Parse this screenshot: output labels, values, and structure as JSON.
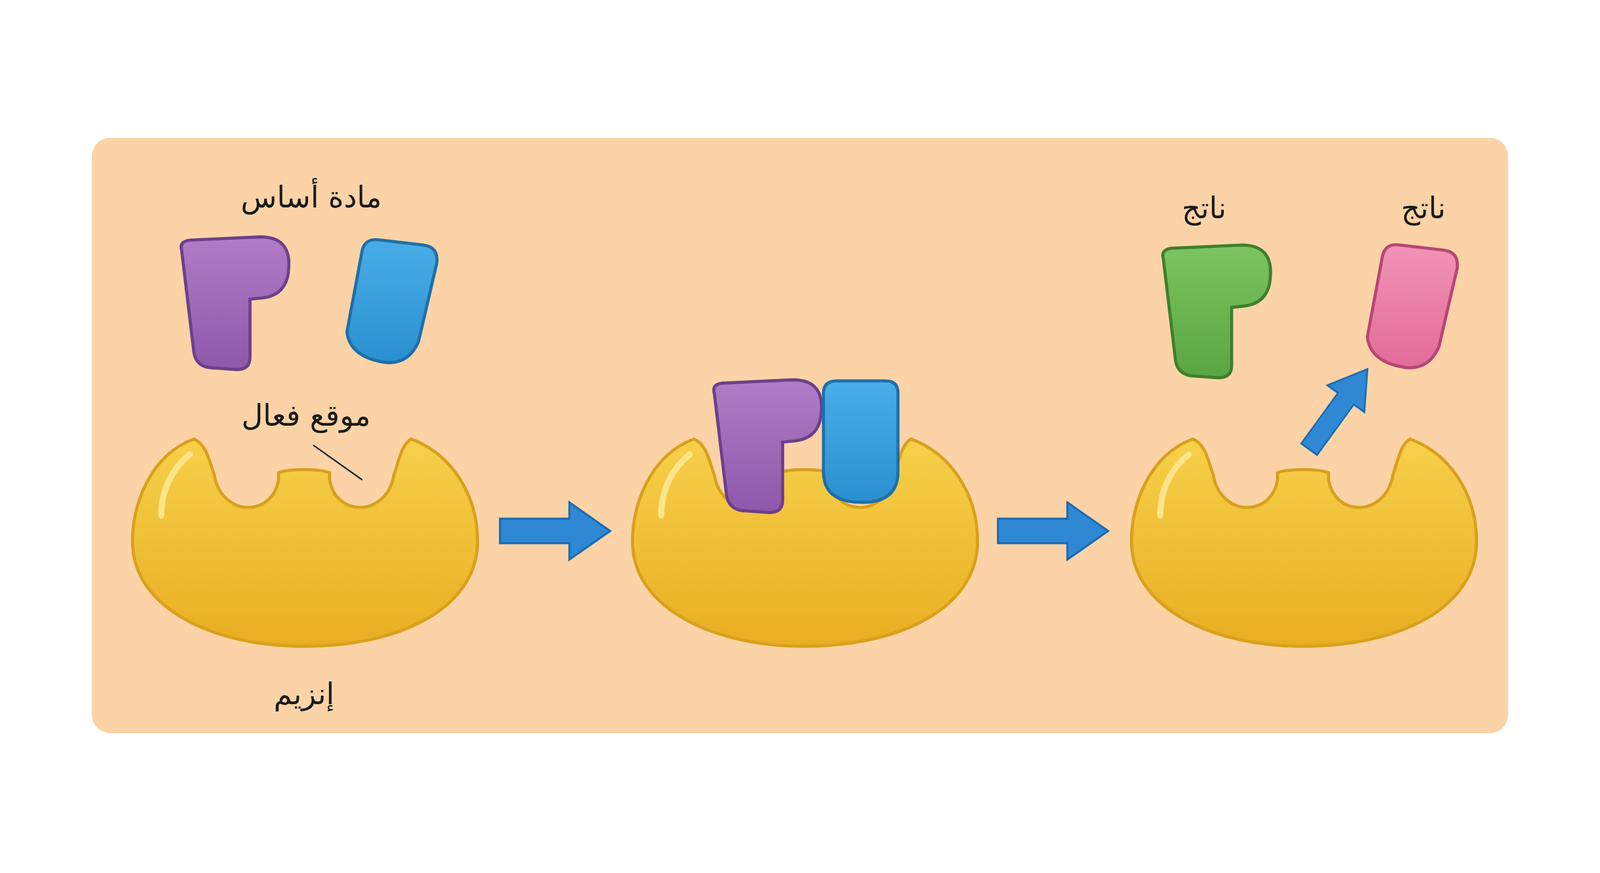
{
  "diagram": {
    "labels": [
      "مادة أساس",
      "موقع فعال",
      "إنزيم",
      "ناتج",
      "ناتج"
    ]
  }
}
